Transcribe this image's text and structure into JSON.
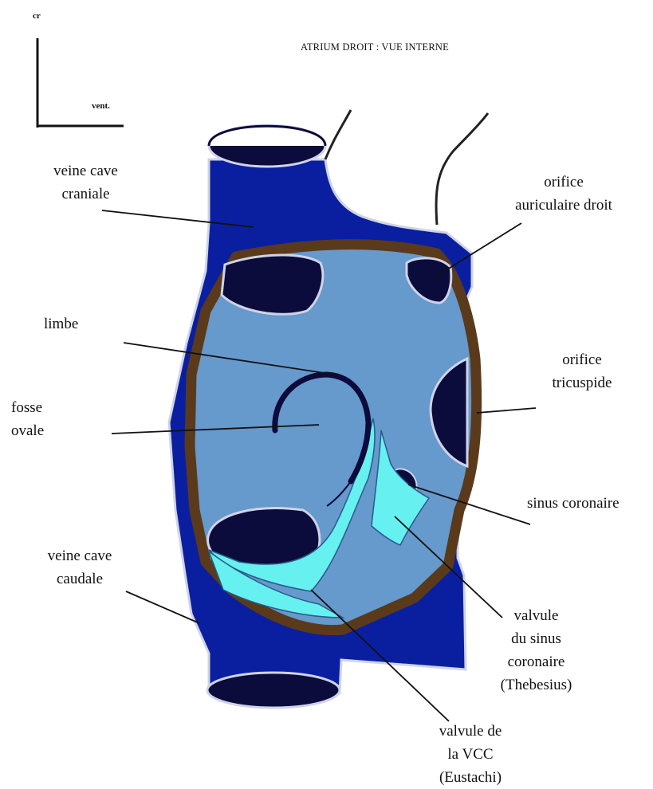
{
  "orientation": {
    "axis_top": "cr",
    "axis_right": "vent."
  },
  "title": "ATRIUM DROIT : VUE INTERNE",
  "labels": {
    "veine_cave_craniale": [
      "veine cave",
      "craniale"
    ],
    "orifice_auriculaire": [
      "orifice",
      "auriculaire droit"
    ],
    "limbe": "limbe",
    "orifice_tricuspide": [
      "orifice",
      "tricuspide"
    ],
    "fosse_ovale": [
      "fosse",
      "ovale"
    ],
    "sinus_coronaire": "sinus coronaire",
    "veine_cave_caudale": [
      "veine cave",
      "caudale"
    ],
    "valvule_sinus": [
      "valvule",
      "du sinus",
      "coronaire",
      "(Thebesius)"
    ],
    "valvule_vcc": [
      "valvule de",
      "la VCC",
      "(Eustachi)"
    ]
  },
  "colors": {
    "vessel_blue": "#0a1fa0",
    "chamber_light": "#6699cc",
    "orifice_dark": "#0b0b3c",
    "rim_brown": "#5a3a1a",
    "valve_cyan": "#66f0f0"
  }
}
